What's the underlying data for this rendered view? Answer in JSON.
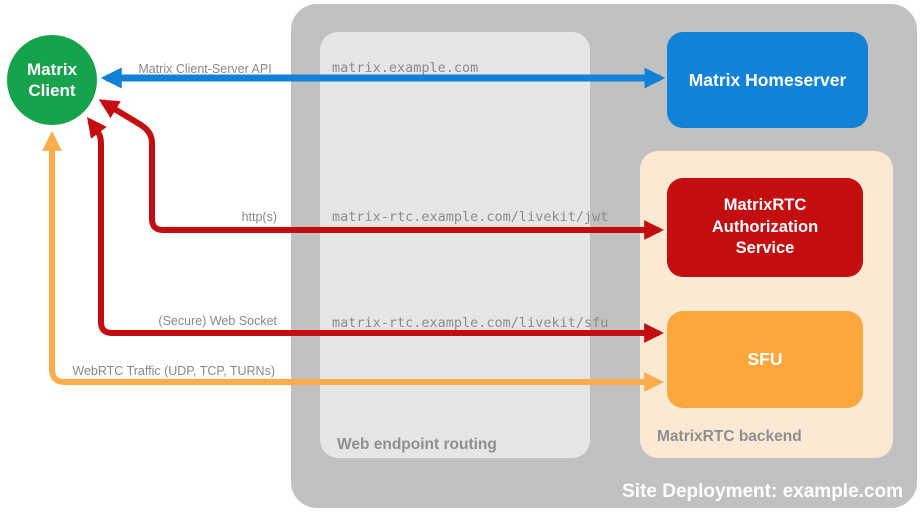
{
  "diagram": {
    "title": "Site Deployment: example.com",
    "client": {
      "line1": "Matrix",
      "line2": "Client"
    },
    "homeserver": {
      "label": "Matrix Homeserver"
    },
    "auth_service": {
      "label": "MatrixRTC Authorization Service"
    },
    "sfu": {
      "label": "SFU"
    },
    "web_endpoint_routing": {
      "label": "Web endpoint routing",
      "routes": [
        "matrix.example.com",
        "matrix-rtc.example.com/livekit/jwt",
        "matrix-rtc.example.com/livekit/sfu"
      ]
    },
    "backend": {
      "label": "MatrixRTC backend"
    },
    "connections": [
      {
        "label": "Matrix Client-Server API",
        "color": "#1182d8",
        "from": "Matrix Client",
        "to": "Matrix Homeserver"
      },
      {
        "label": "http(s)",
        "color": "#c40d11",
        "from": "Matrix Client",
        "to": "MatrixRTC Authorization Service"
      },
      {
        "label": "(Secure) Web Socket",
        "color": "#c40d11",
        "from": "Matrix Client",
        "to": "SFU"
      },
      {
        "label": "WebRTC Traffic (UDP, TCP, TURNs)",
        "color": "#fbad4d",
        "from": "Matrix Client",
        "to": "SFU"
      }
    ],
    "colors": {
      "client_green": "#17a24c",
      "homeserver_blue": "#1182d8",
      "auth_red": "#c40d11",
      "sfu_orange": "#faa83e",
      "backend_peach": "#fce9d4",
      "outer_gray": "#c1c1c1",
      "routing_gray": "#e6e6e6",
      "label_gray": "#8f8f8f"
    }
  }
}
